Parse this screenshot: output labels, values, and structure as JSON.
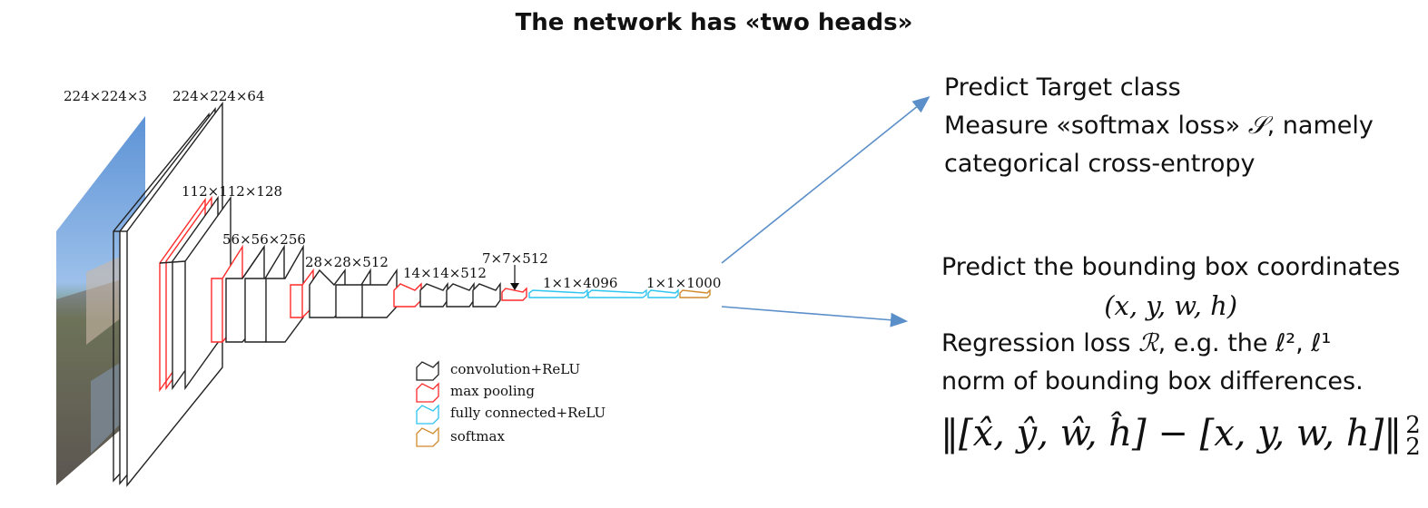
{
  "title": "The network has «two heads»",
  "layers": {
    "input": "224×224×3",
    "conv1": "224×224×64",
    "conv2": "112×112×128",
    "conv3": "56×56×256",
    "conv4": "28×28×512",
    "conv5": "14×14×512",
    "pool5": "7×7×512",
    "fc": "1×1×4096",
    "out": "1×1×1000"
  },
  "legend": [
    {
      "label": "convolution+ReLU",
      "color": "#222222"
    },
    {
      "label": "max pooling",
      "color": "#ff2a2a"
    },
    {
      "label": "fully connected+ReLU",
      "color": "#2ec4f0"
    },
    {
      "label": "softmax",
      "color": "#d08a2c"
    }
  ],
  "head1": {
    "line1": "Predict Target class",
    "line2_pre": "Measure «softmax loss» ",
    "line2_sym": "𝒮",
    "line2_post": ", namely",
    "line3": "categorical cross-entropy"
  },
  "head2": {
    "line1": "Predict the bounding box coordinates",
    "line2": "(x, y, w, h)",
    "line3_pre": "Regression loss ",
    "line3_sym": "ℛ",
    "line3_post": ", e.g. the ℓ², ℓ¹",
    "line4": "norm of bounding box differences.",
    "formula": "‖[x̂, ŷ, ŵ, ĥ] − [x, y, w, h]‖",
    "formula_sup": "2",
    "formula_sub": "2"
  },
  "colors": {
    "arrow": "#5b8fc9",
    "conv": "#222222",
    "pool": "#ff2a2a",
    "fc": "#2ec4f0",
    "softmax": "#d08a2c"
  }
}
